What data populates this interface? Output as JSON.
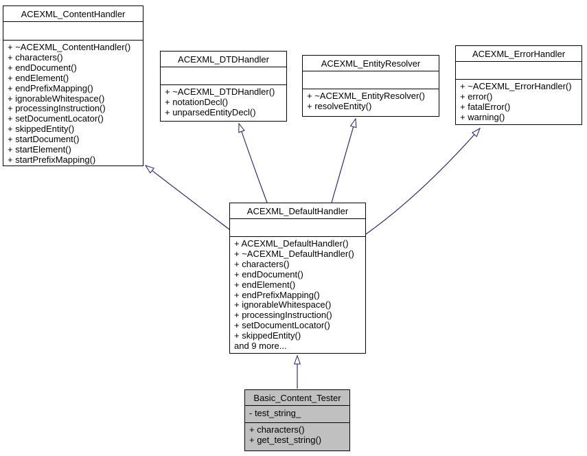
{
  "diagram": {
    "type": "uml-class-inheritance-diagram",
    "background_color": "#ffffff",
    "edge_color": "#191970",
    "node_border_color": "#000000",
    "node_fill_color": "#ffffff",
    "highlight_fill_color": "#c0c0c0",
    "classes": [
      {
        "name": "ACEXML_ContentHandler",
        "attributes": [],
        "methods": [
          "+ ~ACEXML_ContentHandler()",
          "+ characters()",
          "+ endDocument()",
          "+ endElement()",
          "+ endPrefixMapping()",
          "+ ignorableWhitespace()",
          "+ processingInstruction()",
          "+ setDocumentLocator()",
          "+ skippedEntity()",
          "+ startDocument()",
          "+ startElement()",
          "+ startPrefixMapping()"
        ]
      },
      {
        "name": "ACEXML_DTDHandler",
        "attributes": [],
        "methods": [
          "+ ~ACEXML_DTDHandler()",
          "+ notationDecl()",
          "+ unparsedEntityDecl()"
        ]
      },
      {
        "name": "ACEXML_EntityResolver",
        "attributes": [],
        "methods": [
          "+ ~ACEXML_EntityResolver()",
          "+ resolveEntity()"
        ]
      },
      {
        "name": "ACEXML_ErrorHandler",
        "attributes": [],
        "methods": [
          "+ ~ACEXML_ErrorHandler()",
          "+ error()",
          "+ fatalError()",
          "+ warning()"
        ]
      },
      {
        "name": "ACEXML_DefaultHandler",
        "attributes": [],
        "methods": [
          "+ ACEXML_DefaultHandler()",
          "+ ~ACEXML_DefaultHandler()",
          "+ characters()",
          "+ endDocument()",
          "+ endElement()",
          "+ endPrefixMapping()",
          "+ ignorableWhitespace()",
          "+ processingInstruction()",
          "+ setDocumentLocator()",
          "+ skippedEntity()",
          "and 9 more..."
        ]
      },
      {
        "name": "Basic_Content_Tester",
        "attributes": [
          "- test_string_"
        ],
        "methods": [
          "+ characters()",
          "+ get_test_string()"
        ]
      }
    ],
    "relations": [
      {
        "from": "ACEXML_DefaultHandler",
        "to": "ACEXML_ContentHandler",
        "type": "inheritance"
      },
      {
        "from": "ACEXML_DefaultHandler",
        "to": "ACEXML_DTDHandler",
        "type": "inheritance"
      },
      {
        "from": "ACEXML_DefaultHandler",
        "to": "ACEXML_EntityResolver",
        "type": "inheritance"
      },
      {
        "from": "ACEXML_DefaultHandler",
        "to": "ACEXML_ErrorHandler",
        "type": "inheritance"
      },
      {
        "from": "Basic_Content_Tester",
        "to": "ACEXML_DefaultHandler",
        "type": "inheritance"
      }
    ]
  }
}
